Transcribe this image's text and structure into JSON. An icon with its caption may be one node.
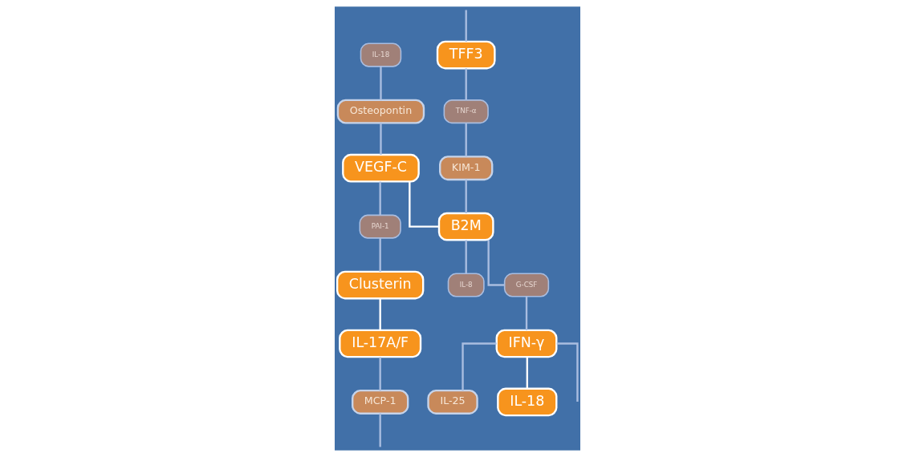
{
  "diagram": {
    "nodes": [
      {
        "text": [
          "TFF3"
        ]
      },
      {
        "text": [
          "TNF-α"
        ]
      },
      {
        "text": [
          "IL-18"
        ]
      },
      {
        "text": [
          "Osteopontin"
        ]
      },
      {
        "text": [
          "VEGF-C"
        ]
      },
      {
        "text": [
          "KIM-1"
        ]
      },
      {
        "text": [
          "Clusterin"
        ]
      },
      {
        "text": [
          "PAI-1"
        ]
      },
      {
        "text": [
          "B2M"
        ]
      },
      {
        "text": [
          "IL-8"
        ]
      },
      {
        "text": [
          "IL-25"
        ]
      },
      {
        "text": [
          "IL-17A/F"
        ]
      },
      {
        "text": [
          "G-CSF"
        ]
      },
      {
        "text": [
          "IFN-γ"
        ]
      },
      {
        "text": [
          "MCP-1"
        ]
      },
      {
        "text": [
          "IL-18"
        ]
      }
    ],
    "edges": [
      {
        "from": null,
        "to": 0,
        "arrow": "none"
      },
      {
        "from": 0,
        "to": 1,
        "arrow": "none"
      },
      {
        "from": 2,
        "to": 3,
        "arrow": "none"
      },
      {
        "from": 3,
        "to": 4,
        "arrow": "none"
      },
      {
        "from": 1,
        "to": 5,
        "arrow": "none"
      },
      {
        "from": 4,
        "to": 7,
        "arrow": "none"
      },
      {
        "from": 4,
        "to": 8,
        "arrow": "none",
        "color": "#ffffff"
      },
      {
        "from": 5,
        "to": 8,
        "arrow": "none"
      },
      {
        "from": 7,
        "to": 6,
        "arrow": "none"
      },
      {
        "from": 8,
        "to": 9,
        "arrow": "none"
      },
      {
        "from": 6,
        "to": 11,
        "arrow": "none",
        "color": "#ffffff"
      },
      {
        "from": 8,
        "to": 12,
        "arrow": "none"
      },
      {
        "from": 12,
        "to": 13,
        "arrow": "none"
      },
      {
        "from": 13,
        "to": 10,
        "arrow": "none"
      },
      {
        "from": 11,
        "to": 14,
        "arrow": "none"
      },
      {
        "from": 13,
        "to": 15,
        "arrow": "none",
        "color": "#ffffff"
      },
      {
        "from": 13,
        "to": null,
        "arrow": "none"
      },
      {
        "from": 14,
        "to": null,
        "arrow": "none"
      }
    ]
  }
}
